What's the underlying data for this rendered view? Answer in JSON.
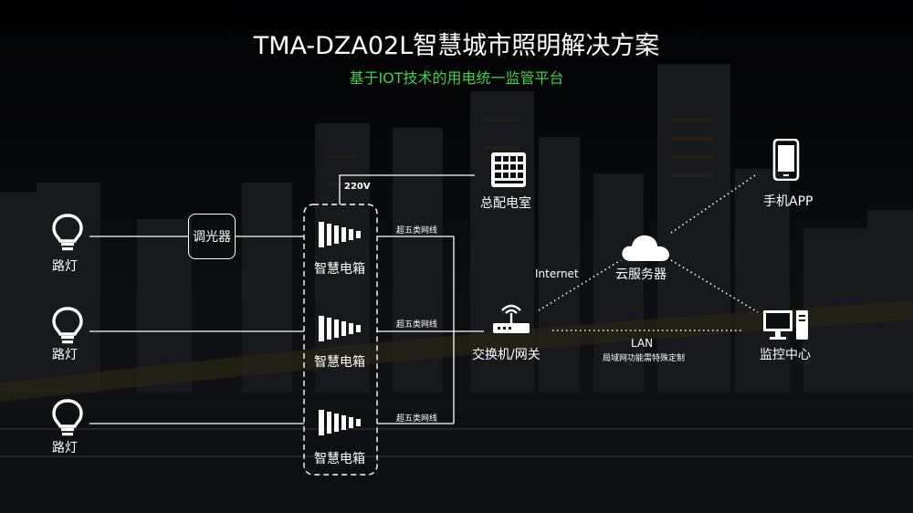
{
  "header": {
    "title": "TMA-DZA02L智慧城市照明解决方案",
    "subtitle": "基于IOT技术的用电统一监管平台"
  },
  "colors": {
    "background": "#050608",
    "accent_green": "#3fd14a",
    "line": "#ffffff"
  },
  "nodes": {
    "street_lamps": [
      "路灯",
      "路灯",
      "路灯"
    ],
    "dimmer": "调光器",
    "smart_boxes": [
      "智慧电箱",
      "智慧电箱",
      "智慧电箱"
    ],
    "distribution_room": "总配电室",
    "switch_gateway": "交换机/网关",
    "cloud_server": "云服务器",
    "mobile_app": "手机APP",
    "monitor_center": "监控中心"
  },
  "links": {
    "voltage": "220V",
    "cable_labels": [
      "超五类网线",
      "超五类网线",
      "超五类网线"
    ],
    "internet": "Internet",
    "lan": "LAN",
    "lan_note": "局域网功能需特殊定制"
  },
  "icons": {
    "lamp": "lightbulb-icon",
    "box": "breaker-panel-icon",
    "distribution": "grid-panel-icon",
    "router": "router-icon",
    "cloud": "cloud-icon",
    "phone": "smartphone-icon",
    "computer": "desktop-computer-icon"
  }
}
